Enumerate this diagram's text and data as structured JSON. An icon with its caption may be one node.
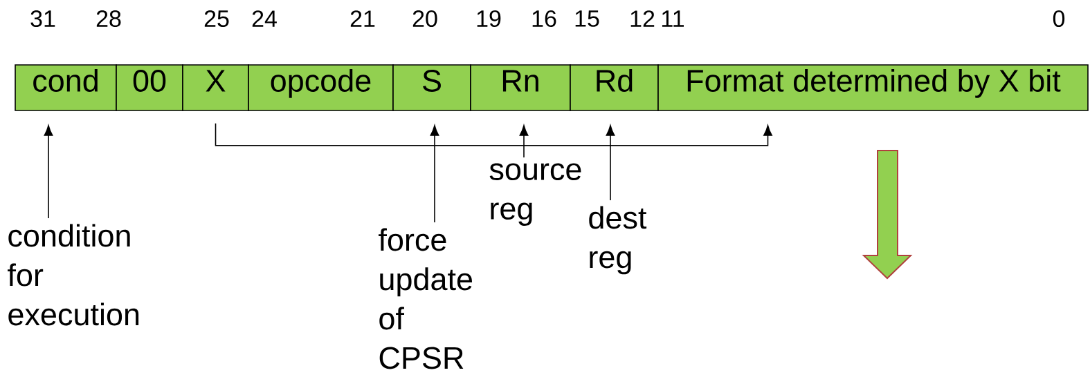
{
  "diagram": {
    "nodes": [
      {
        "text": [
          "cond"
        ]
      },
      {
        "text": [
          "00"
        ]
      },
      {
        "text": [
          "X"
        ]
      },
      {
        "text": [
          "opcode"
        ]
      },
      {
        "text": [
          "S"
        ]
      },
      {
        "text": [
          "Rn"
        ]
      },
      {
        "text": [
          "Rd"
        ]
      },
      {
        "text": [
          "Format determined by X bit"
        ]
      },
      {
        "text": [
          "condition for execution"
        ]
      },
      {
        "text": [
          "force update of CPSR"
        ]
      },
      {
        "text": [
          "source reg"
        ]
      },
      {
        "text": [
          "dest reg"
        ]
      }
    ],
    "edges": [
      {
        "from": 8,
        "to": 0,
        "arrow": "to"
      },
      {
        "from": 9,
        "to": 4,
        "arrow": "to"
      },
      {
        "from": 10,
        "to": 5,
        "arrow": "to"
      },
      {
        "from": 11,
        "to": 6,
        "arrow": "to"
      },
      {
        "from": 2,
        "to": 7,
        "arrow": "to"
      }
    ],
    "labels": [
      "31",
      "28",
      "25",
      "24",
      "21",
      "20",
      "19",
      "16",
      "15",
      "12",
      "11",
      "0"
    ]
  }
}
